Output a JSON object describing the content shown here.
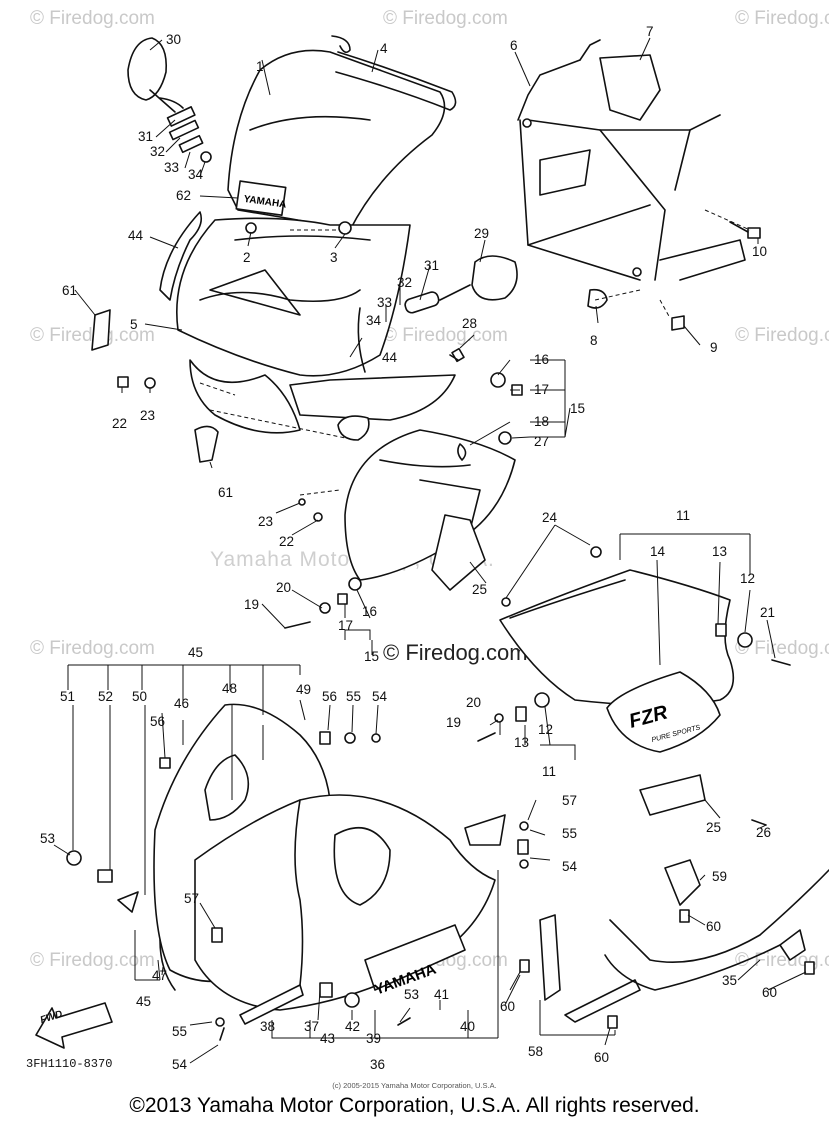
{
  "watermarks": {
    "corner": "© Firedog.com",
    "center_brand": "Yamaha Motor Corp, U.S.A.",
    "center_site": "© Firedog.com"
  },
  "diagram": {
    "part_code": "3FH1110-8370",
    "fwd_label": "FWD",
    "cowl_lettering": "YAMAHA",
    "emblem_lettering": "YAMAHA",
    "side_cover_lettering": "FZR",
    "side_cover_sublettering": "PURE SPORTS",
    "callouts": [
      "1",
      "2",
      "3",
      "4",
      "5",
      "6",
      "7",
      "8",
      "9",
      "10",
      "11",
      "12",
      "13",
      "14",
      "15",
      "16",
      "17",
      "18",
      "19",
      "20",
      "21",
      "22",
      "23",
      "24",
      "25",
      "26",
      "27",
      "28",
      "29",
      "30",
      "31",
      "32",
      "33",
      "34",
      "35",
      "36",
      "37",
      "38",
      "39",
      "40",
      "41",
      "42",
      "43",
      "44",
      "45",
      "46",
      "47",
      "48",
      "49",
      "50",
      "51",
      "52",
      "53",
      "54",
      "55",
      "56",
      "57",
      "58",
      "59",
      "60",
      "61",
      "62"
    ]
  },
  "copyright_small": "(c) 2005-2015 Yamaha Motor Corporation, U.S.A.",
  "footer": "©2013 Yamaha Motor Corporation, U.S.A. All rights reserved."
}
